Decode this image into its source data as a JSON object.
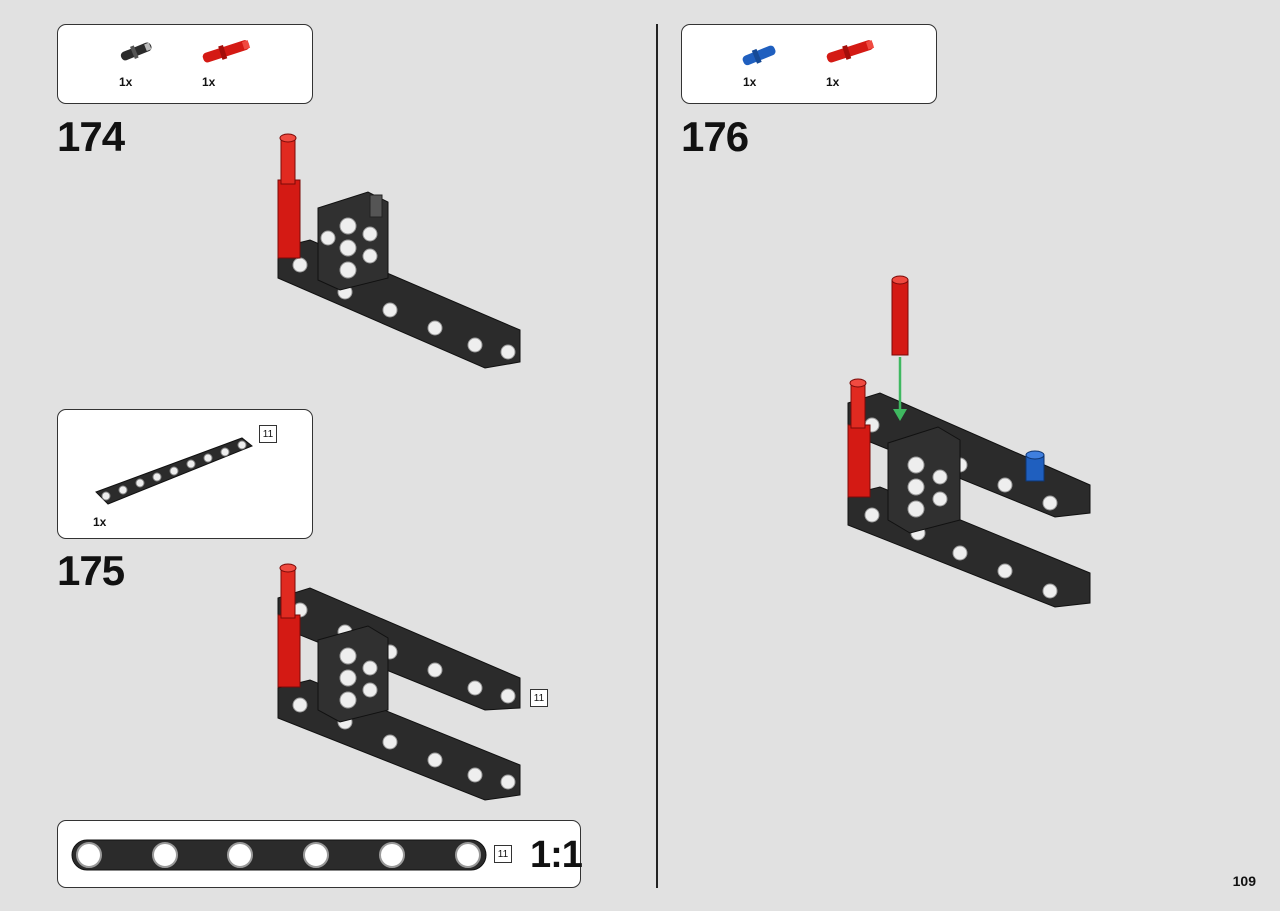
{
  "steps": [
    {
      "number": "174",
      "parts": [
        {
          "icon": "black-connector-pin-icon",
          "qty": "1x",
          "color": "#2b2b2b"
        },
        {
          "icon": "red-axle-pin-icon",
          "qty": "1x",
          "color": "#d41a14"
        }
      ]
    },
    {
      "number": "175",
      "parts": [
        {
          "icon": "beam-11-icon",
          "qty": "1x",
          "color": "#2b2b2b",
          "length": "11"
        }
      ],
      "callout_length": "11"
    },
    {
      "number": "176",
      "parts": [
        {
          "icon": "blue-axle-pin-icon",
          "qty": "1x",
          "color": "#1f5fbf"
        },
        {
          "icon": "red-axle-pin-icon",
          "qty": "1x",
          "color": "#d41a14"
        }
      ]
    }
  ],
  "scale_reference": {
    "length": "11",
    "scale": "1:1"
  },
  "page_number": "109",
  "colors": {
    "background": "#e1e1e1",
    "beam": "#2b2b2b",
    "red_part": "#d41a14",
    "blue_part": "#1f5fbf",
    "arrow": "#3fb860"
  }
}
